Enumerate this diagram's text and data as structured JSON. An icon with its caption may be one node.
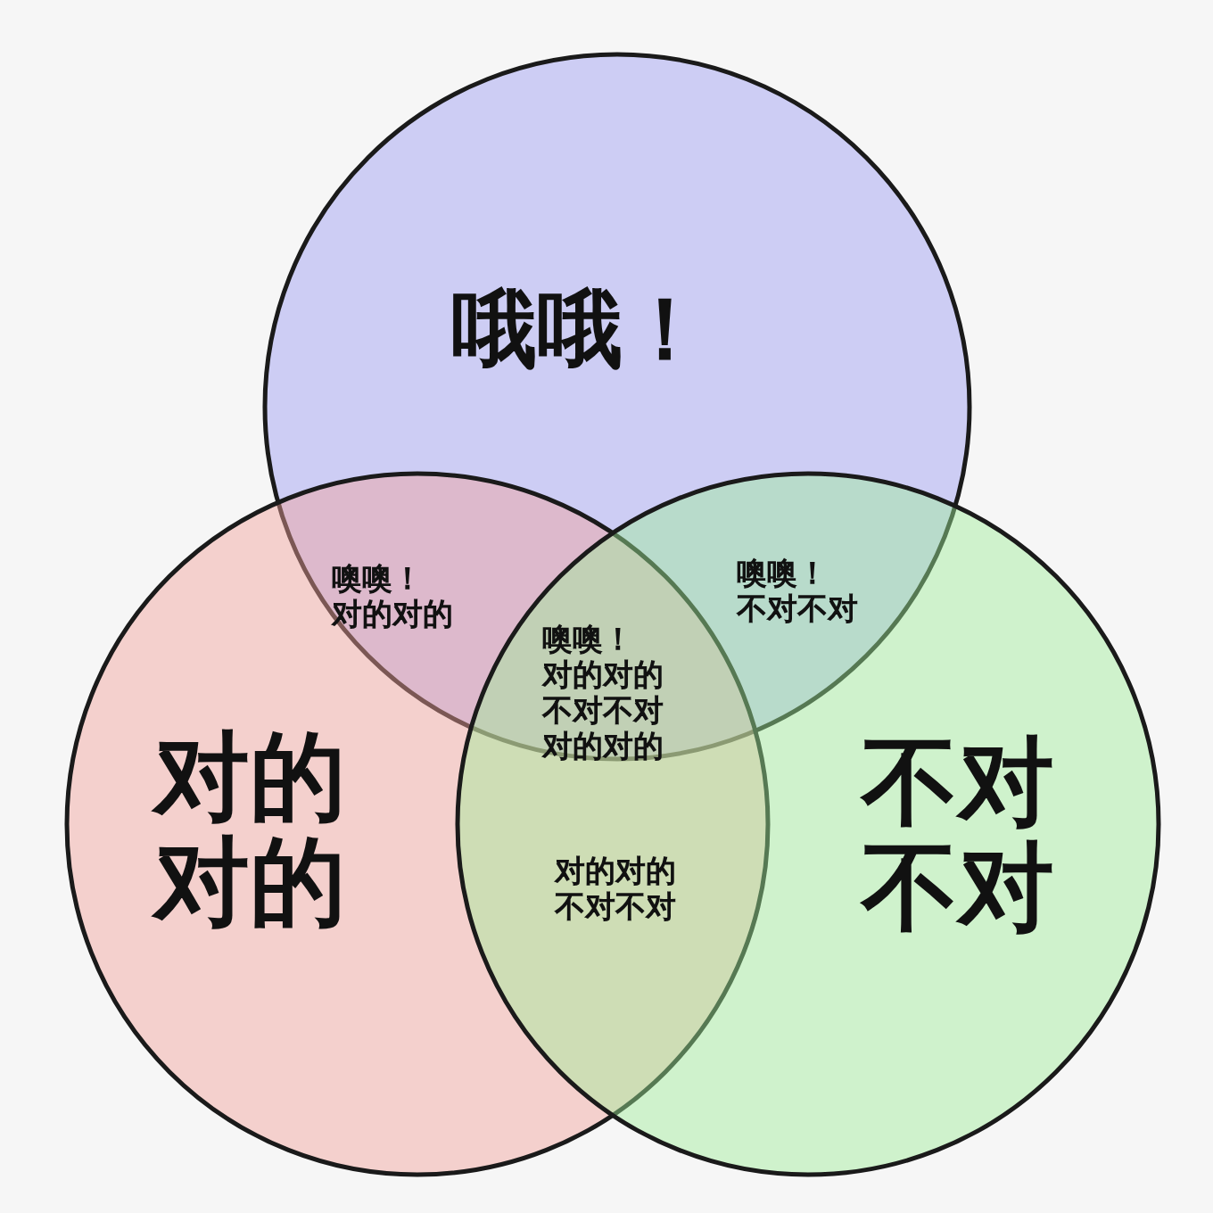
{
  "diagram": {
    "nodes": [
      {
        "text": [
          "哦哦！"
        ]
      },
      {
        "text": [
          "对的对的"
        ]
      },
      {
        "text": [
          "不对不对"
        ]
      }
    ],
    "labels": [
      "噢噢！",
      "对的对的",
      "噢噢！",
      "不对不对",
      "噢噢！",
      "对的对的",
      "不对不对",
      "对的对的",
      "对的对的",
      "不对不对"
    ]
  }
}
